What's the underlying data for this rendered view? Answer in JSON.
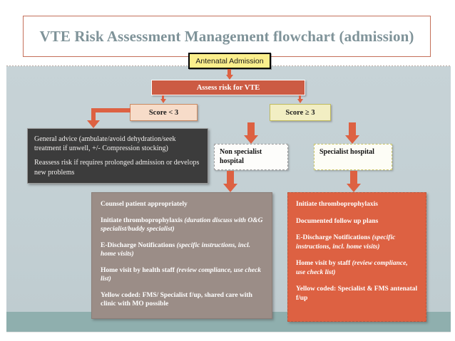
{
  "slide": {
    "title": "VTE Risk Assessment Management flowchart (admission)",
    "colors": {
      "accent_terracotta": "#cc5b43",
      "arrow": "#dd6142",
      "title_text": "#7f9399",
      "background": "#c3d0d4",
      "footer_band": "#8fafae",
      "yellow_node": "#fbef8c",
      "peach_node": "#f7dcc9",
      "cream_node": "#f2eec3",
      "dark_node": "#3c3c3c",
      "brown_node": "#9b8d87",
      "red_node": "#dd6142"
    }
  },
  "nodes": {
    "antenatal_admission": "Antenatal Admission",
    "assess_risk": "Assess risk for VTE",
    "score_low": "Score < 3",
    "score_high": "Score ≥ 3",
    "non_specialist_hospital": "Non specialist hospital",
    "specialist_hospital": "Specialist hospital"
  },
  "general_advice": {
    "lines": [
      "General advice (ambulate/avoid dehydration/seek treatment if unwell, +/- Compression stocking)",
      "Reassess risk if requires prolonged admission or develops new problems"
    ]
  },
  "non_specialist_actions": {
    "items": [
      {
        "bold": "Counsel patient appropriately",
        "italic": ""
      },
      {
        "bold": "Initiate thromboprophylaxis ",
        "italic": "(duration discuss with O&G specialist/buddy specialist)"
      },
      {
        "bold": "E-Discharge Notifications ",
        "italic": "(specific instructions, incl. home visits)"
      },
      {
        "bold": "Home visit by health staff ",
        "italic": "(review compliance, use check list)"
      },
      {
        "bold": "Yellow coded: FMS/ Specialist f/up, shared care with clinic with MO possible",
        "italic": ""
      }
    ]
  },
  "specialist_actions": {
    "items": [
      {
        "bold": "Initiate thromboprophylaxis",
        "italic": ""
      },
      {
        "bold": "Documented follow up plans",
        "italic": ""
      },
      {
        "bold": "E-Discharge Notifications ",
        "italic": "(specific instructions, incl. home visits)"
      },
      {
        "bold": "Home visit by staff ",
        "italic": "(review compliance, use check list)"
      },
      {
        "bold": "Yellow coded: Specialist & FMS antenatal f/up",
        "italic": ""
      }
    ]
  },
  "icons": {
    "arrow_antenatal_to_assess": "arrow-down-icon",
    "arrow_assess_to_score_low": "arrow-down-icon",
    "arrow_assess_to_score_high": "arrow-down-icon",
    "arrow_score_low_to_advice": "elbow-arrow-left-down-icon",
    "arrow_score_high_to_nonspecialist": "arrow-down-icon",
    "arrow_score_high_to_specialist": "arrow-down-icon",
    "arrow_nonspecialist_to_actions": "arrow-down-icon",
    "arrow_specialist_to_actions": "arrow-down-icon"
  }
}
